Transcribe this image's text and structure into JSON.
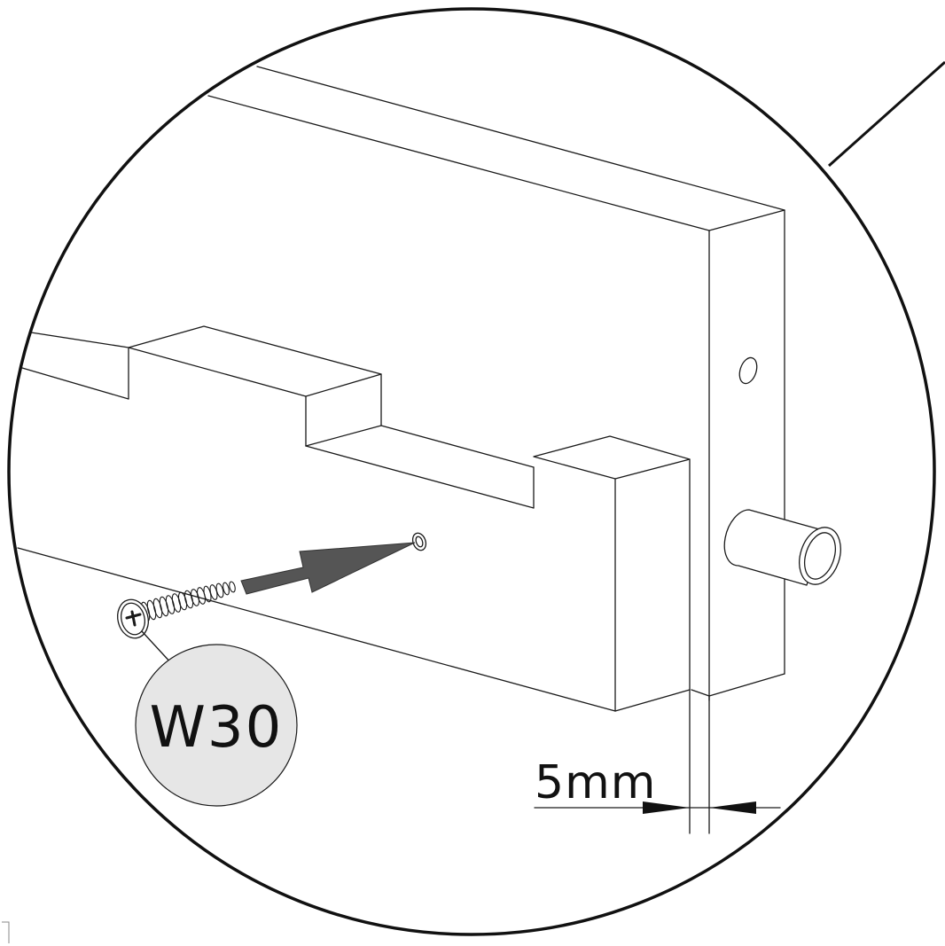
{
  "part_label": "W30",
  "dimension_label": "5mm",
  "colors": {
    "line": "#1a1a1a",
    "arrow": "#555555",
    "part_badge": "#e6e6e6",
    "background": "#ffffff"
  },
  "icons": [
    "screw-icon",
    "insertion-arrow",
    "dowel-pin",
    "dimension-arrow"
  ]
}
